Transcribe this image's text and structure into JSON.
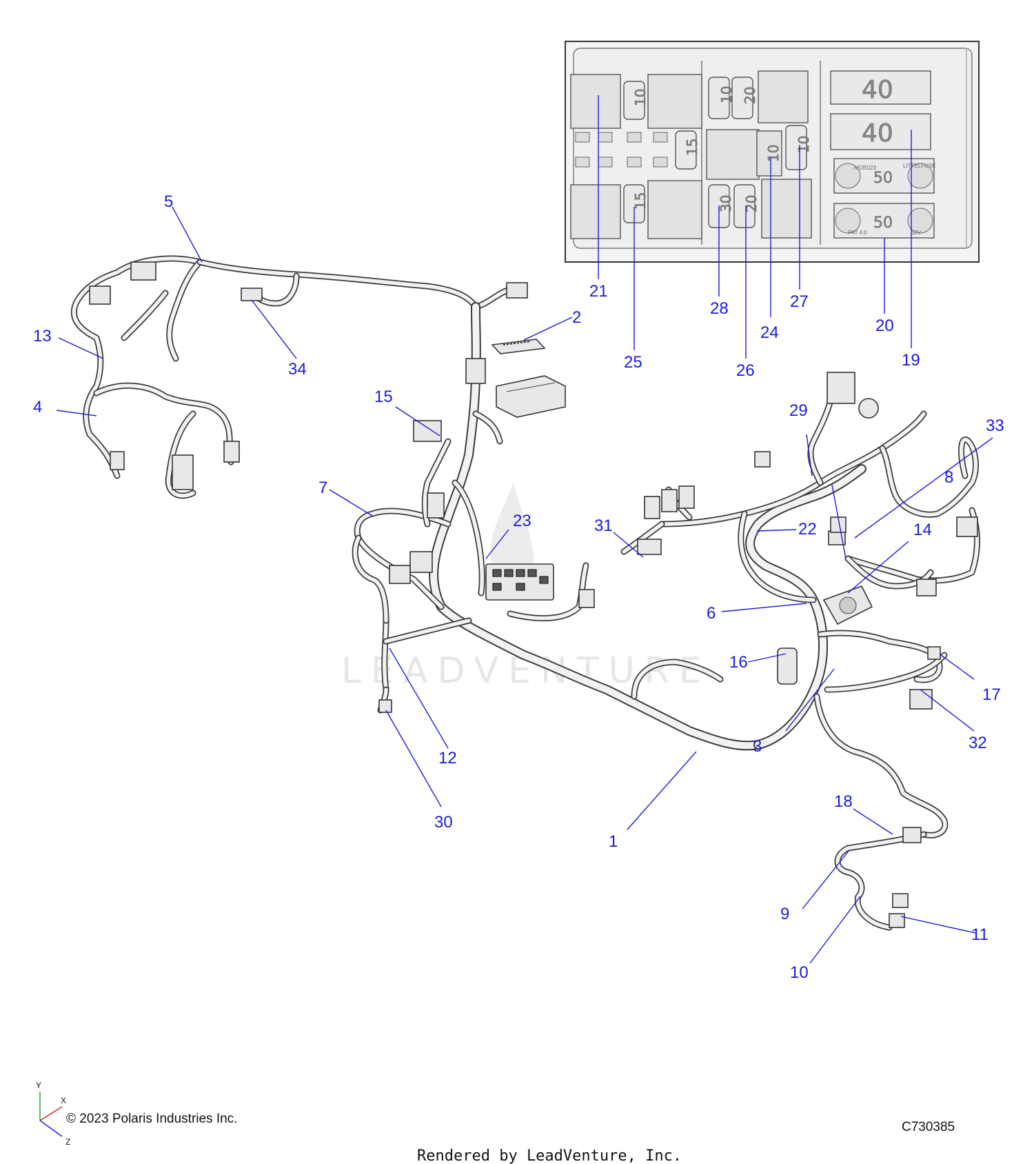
{
  "diagram": {
    "watermark": "LEADVENTURE",
    "copyright": "© 2023 Polaris Industries Inc.",
    "drawing_number": "C730385",
    "rendered_by": "Rendered by LeadVenture, Inc.",
    "axes": {
      "x": "X",
      "y": "Y",
      "z": "Z"
    },
    "callouts": [
      "1",
      "2",
      "3",
      "4",
      "5",
      "6",
      "7",
      "8",
      "9",
      "10",
      "11",
      "12",
      "13",
      "14",
      "15",
      "16",
      "17",
      "18",
      "19",
      "20",
      "21",
      "22",
      "23",
      "24",
      "25",
      "26",
      "27",
      "28",
      "29",
      "30",
      "31",
      "32",
      "33",
      "34"
    ],
    "fuse_box": {
      "fuse_labels": [
        "10",
        "15",
        "15",
        "10",
        "20",
        "10",
        "10",
        "30",
        "20",
        "40",
        "40",
        "50",
        "50"
      ],
      "fuse_print": [
        "AS35023",
        "LITTELFUSE",
        "PAT 4.0",
        "32V"
      ]
    }
  }
}
